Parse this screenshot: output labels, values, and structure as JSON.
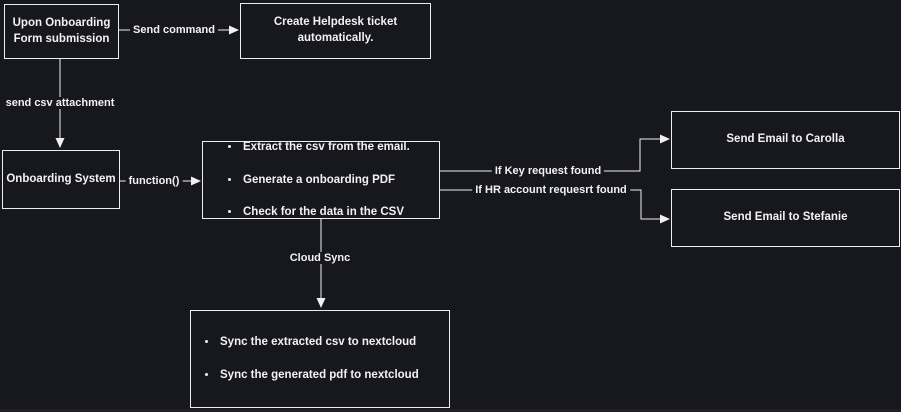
{
  "canvas": {
    "background": "#17171e",
    "border_color": "#eeeeee",
    "text_color": "#f2f2f2",
    "line_color": "#f0f0f0"
  },
  "nodes": {
    "form_submission": {
      "label": "Upon Onboarding\nForm submission"
    },
    "helpdesk": {
      "label": "Create Helpdesk ticket\nautomatically."
    },
    "onboarding_system": {
      "label": "Onboarding System"
    },
    "process": {
      "items": [
        "Extract the csv from the email.",
        "Generate a onboarding PDF",
        "Check for the data in the CSV"
      ]
    },
    "email_carolla": {
      "label": "Send Email to Carolla"
    },
    "email_stefanie": {
      "label": "Send Email to Stefanie"
    },
    "cloud_sync_actions": {
      "items": [
        "Sync the extracted csv to nextcloud",
        "Sync the generated pdf to nextcloud"
      ]
    }
  },
  "edges": {
    "send_command": "Send command",
    "send_csv_attachment": "send csv attachment",
    "function_call": "function()",
    "if_key_request": "If Key request found",
    "if_hr_account_request": "If HR account requesrt found",
    "cloud_sync": "Cloud Sync"
  }
}
